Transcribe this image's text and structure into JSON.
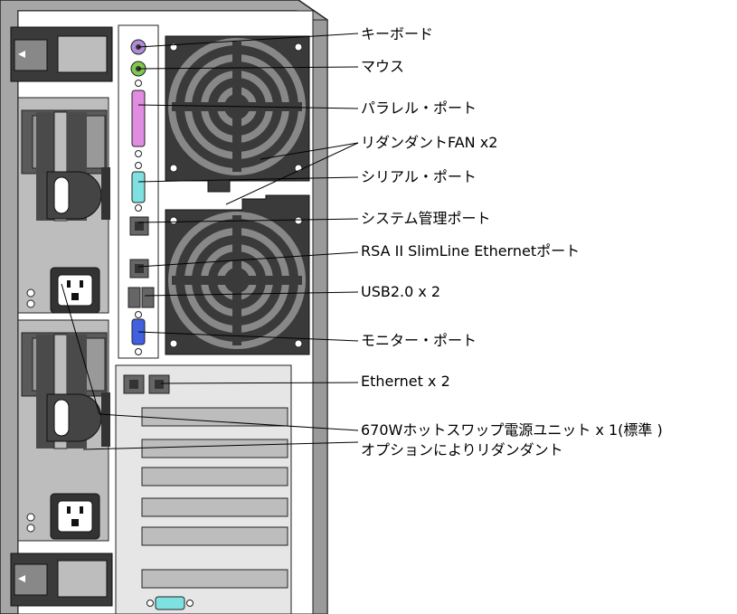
{
  "labels": {
    "keyboard": "キーボード",
    "mouse": "マウス",
    "parallel": "パラレル・ポート",
    "redundant_fan": "リダンダントFAN x2",
    "serial": "シリアル・ポート",
    "system_mgmt": "システム管理ポート",
    "rsa": "RSA II SlimLine Ethernetポート",
    "usb": "USB2.0 x 2",
    "monitor": "モニター・ポート",
    "ethernet": "Ethernet x 2",
    "psu_line1": "670Wホットスワップ電源ユニット x 1(標準 )",
    "psu_line2": "オプションによりリダンダント"
  },
  "colors": {
    "keyboard_port": "#b08cd8",
    "mouse_port": "#7ec850",
    "parallel_port": "#e08ce0",
    "serial_port": "#7ee0e0",
    "vga_port": "#4060e0",
    "chassis_gray": "#a6a6a6",
    "dark_gray": "#3a3a3a"
  }
}
